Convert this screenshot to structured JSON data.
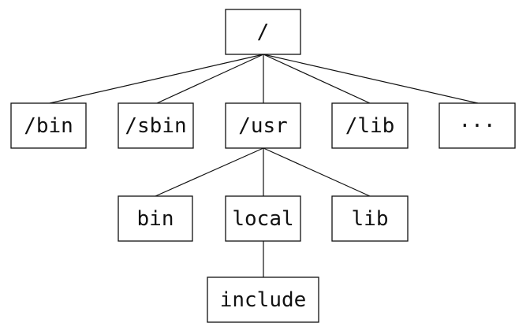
{
  "tree": {
    "root": {
      "id": "root",
      "label": "/"
    },
    "nodes": [
      {
        "id": "bin_top",
        "label": "/bin",
        "parent": "root"
      },
      {
        "id": "sbin",
        "label": "/sbin",
        "parent": "root"
      },
      {
        "id": "usr",
        "label": "/usr",
        "parent": "root"
      },
      {
        "id": "lib_top",
        "label": "/lib",
        "parent": "root"
      },
      {
        "id": "more",
        "label": "···",
        "parent": "root"
      },
      {
        "id": "usr_bin",
        "label": "bin",
        "parent": "usr"
      },
      {
        "id": "usr_local",
        "label": "local",
        "parent": "usr"
      },
      {
        "id": "usr_lib",
        "label": "lib",
        "parent": "usr"
      },
      {
        "id": "include",
        "label": "include",
        "parent": "usr_local"
      }
    ]
  }
}
